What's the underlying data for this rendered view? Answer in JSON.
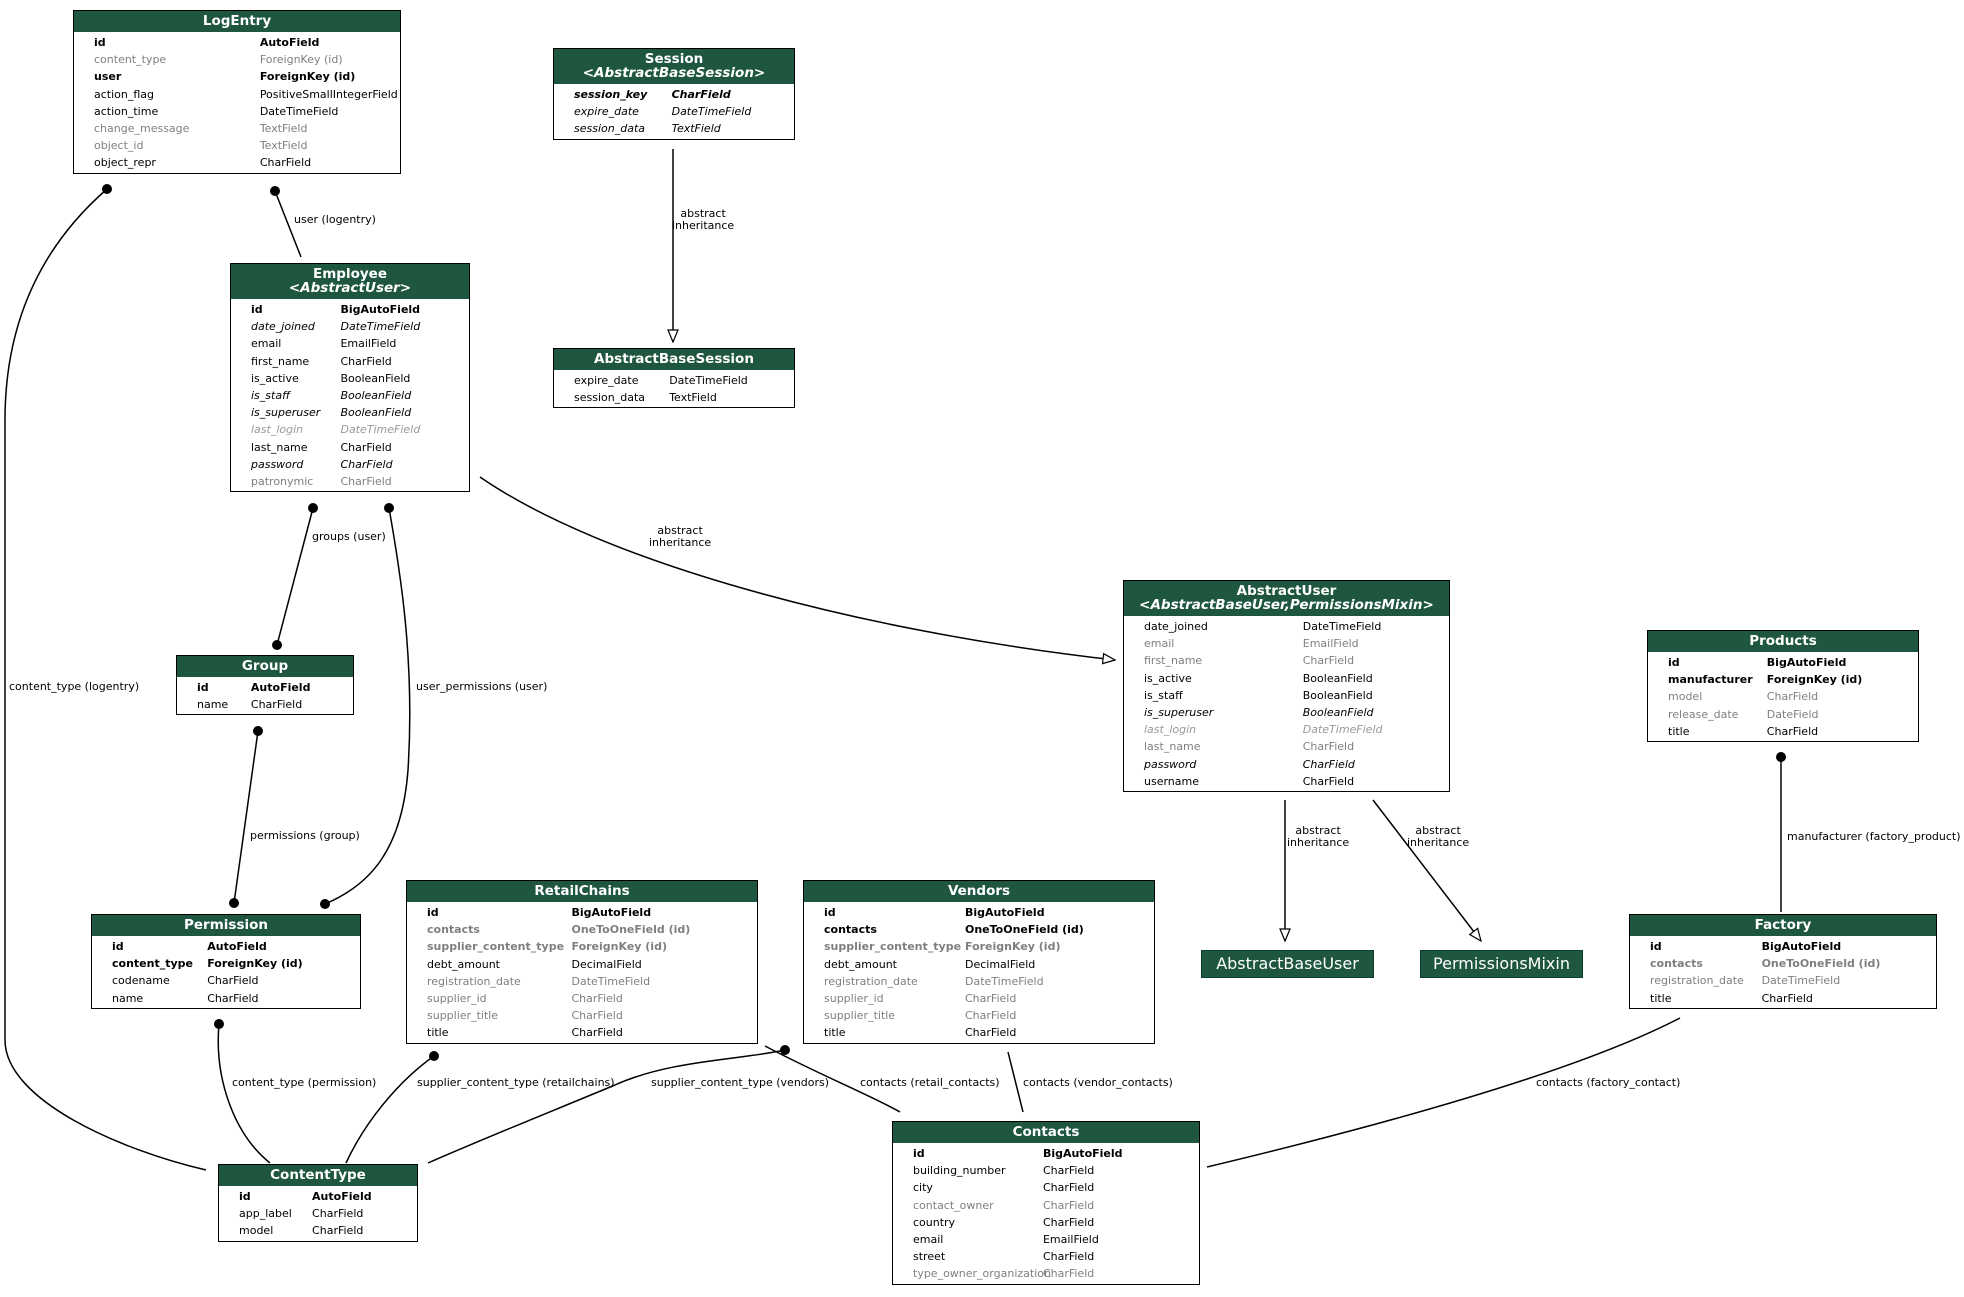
{
  "models": [
    {
      "id": "logentry",
      "title": "LogEntry",
      "subtitle": "",
      "fields": [
        {
          "name": "id",
          "type": "AutoField",
          "style": "bold"
        },
        {
          "name": "content_type",
          "type": "ForeignKey (id)",
          "style": "grey"
        },
        {
          "name": "user",
          "type": "ForeignKey (id)",
          "style": "bold"
        },
        {
          "name": "action_flag",
          "type": "PositiveSmallIntegerField",
          "style": "normal"
        },
        {
          "name": "action_time",
          "type": "DateTimeField",
          "style": "normal"
        },
        {
          "name": "change_message",
          "type": "TextField",
          "style": "grey"
        },
        {
          "name": "object_id",
          "type": "TextField",
          "style": "grey"
        },
        {
          "name": "object_repr",
          "type": "CharField",
          "style": "normal"
        }
      ]
    },
    {
      "id": "session",
      "title": "Session",
      "subtitle": "<AbstractBaseSession>",
      "fields": [
        {
          "name": "session_key",
          "type": "CharField",
          "style": "bold-italic"
        },
        {
          "name": "expire_date",
          "type": "DateTimeField",
          "style": "italic"
        },
        {
          "name": "session_data",
          "type": "TextField",
          "style": "italic"
        }
      ]
    },
    {
      "id": "abstractbasesession",
      "title": "AbstractBaseSession",
      "subtitle": "",
      "fields": [
        {
          "name": "expire_date",
          "type": "DateTimeField",
          "style": "normal"
        },
        {
          "name": "session_data",
          "type": "TextField",
          "style": "normal"
        }
      ]
    },
    {
      "id": "employee",
      "title": "Employee",
      "subtitle": "<AbstractUser>",
      "fields": [
        {
          "name": "id",
          "type": "BigAutoField",
          "style": "bold"
        },
        {
          "name": "date_joined",
          "type": "DateTimeField",
          "style": "italic"
        },
        {
          "name": "email",
          "type": "EmailField",
          "style": "normal"
        },
        {
          "name": "first_name",
          "type": "CharField",
          "style": "normal"
        },
        {
          "name": "is_active",
          "type": "BooleanField",
          "style": "normal"
        },
        {
          "name": "is_staff",
          "type": "BooleanField",
          "style": "italic"
        },
        {
          "name": "is_superuser",
          "type": "BooleanField",
          "style": "italic"
        },
        {
          "name": "last_login",
          "type": "DateTimeField",
          "style": "grey-italic"
        },
        {
          "name": "last_name",
          "type": "CharField",
          "style": "normal"
        },
        {
          "name": "password",
          "type": "CharField",
          "style": "italic"
        },
        {
          "name": "patronymic",
          "type": "CharField",
          "style": "grey"
        }
      ]
    },
    {
      "id": "group",
      "title": "Group",
      "subtitle": "",
      "fields": [
        {
          "name": "id",
          "type": "AutoField",
          "style": "bold"
        },
        {
          "name": "name",
          "type": "CharField",
          "style": "normal"
        }
      ]
    },
    {
      "id": "abstractuser",
      "title": "AbstractUser",
      "subtitle": "<AbstractBaseUser,PermissionsMixin>",
      "fields": [
        {
          "name": "date_joined",
          "type": "DateTimeField",
          "style": "normal"
        },
        {
          "name": "email",
          "type": "EmailField",
          "style": "grey"
        },
        {
          "name": "first_name",
          "type": "CharField",
          "style": "grey"
        },
        {
          "name": "is_active",
          "type": "BooleanField",
          "style": "normal"
        },
        {
          "name": "is_staff",
          "type": "BooleanField",
          "style": "normal"
        },
        {
          "name": "is_superuser",
          "type": "BooleanField",
          "style": "italic"
        },
        {
          "name": "last_login",
          "type": "DateTimeField",
          "style": "grey-italic"
        },
        {
          "name": "last_name",
          "type": "CharField",
          "style": "grey"
        },
        {
          "name": "password",
          "type": "CharField",
          "style": "italic"
        },
        {
          "name": "username",
          "type": "CharField",
          "style": "normal"
        }
      ]
    },
    {
      "id": "products",
      "title": "Products",
      "subtitle": "",
      "fields": [
        {
          "name": "id",
          "type": "BigAutoField",
          "style": "bold"
        },
        {
          "name": "manufacturer",
          "type": "ForeignKey (id)",
          "style": "bold"
        },
        {
          "name": "model",
          "type": "CharField",
          "style": "grey"
        },
        {
          "name": "release_date",
          "type": "DateField",
          "style": "grey"
        },
        {
          "name": "title",
          "type": "CharField",
          "style": "normal"
        }
      ]
    },
    {
      "id": "permission",
      "title": "Permission",
      "subtitle": "",
      "fields": [
        {
          "name": "id",
          "type": "AutoField",
          "style": "bold"
        },
        {
          "name": "content_type",
          "type": "ForeignKey (id)",
          "style": "bold"
        },
        {
          "name": "codename",
          "type": "CharField",
          "style": "normal"
        },
        {
          "name": "name",
          "type": "CharField",
          "style": "normal"
        }
      ]
    },
    {
      "id": "retailchains",
      "title": "RetailChains",
      "subtitle": "",
      "fields": [
        {
          "name": "id",
          "type": "BigAutoField",
          "style": "bold"
        },
        {
          "name": "contacts",
          "type": "OneToOneField (id)",
          "style": "grey-bold"
        },
        {
          "name": "supplier_content_type",
          "type": "ForeignKey (id)",
          "style": "grey-bold"
        },
        {
          "name": "debt_amount",
          "type": "DecimalField",
          "style": "normal"
        },
        {
          "name": "registration_date",
          "type": "DateTimeField",
          "style": "grey"
        },
        {
          "name": "supplier_id",
          "type": "CharField",
          "style": "grey"
        },
        {
          "name": "supplier_title",
          "type": "CharField",
          "style": "grey"
        },
        {
          "name": "title",
          "type": "CharField",
          "style": "normal"
        }
      ]
    },
    {
      "id": "vendors",
      "title": "Vendors",
      "subtitle": "",
      "fields": [
        {
          "name": "id",
          "type": "BigAutoField",
          "style": "bold"
        },
        {
          "name": "contacts",
          "type": "OneToOneField (id)",
          "style": "bold"
        },
        {
          "name": "supplier_content_type",
          "type": "ForeignKey (id)",
          "style": "grey-bold"
        },
        {
          "name": "debt_amount",
          "type": "DecimalField",
          "style": "normal"
        },
        {
          "name": "registration_date",
          "type": "DateTimeField",
          "style": "grey"
        },
        {
          "name": "supplier_id",
          "type": "CharField",
          "style": "grey"
        },
        {
          "name": "supplier_title",
          "type": "CharField",
          "style": "grey"
        },
        {
          "name": "title",
          "type": "CharField",
          "style": "normal"
        }
      ]
    },
    {
      "id": "factory",
      "title": "Factory",
      "subtitle": "",
      "fields": [
        {
          "name": "id",
          "type": "BigAutoField",
          "style": "bold"
        },
        {
          "name": "contacts",
          "type": "OneToOneField (id)",
          "style": "grey-bold"
        },
        {
          "name": "registration_date",
          "type": "DateTimeField",
          "style": "grey"
        },
        {
          "name": "title",
          "type": "CharField",
          "style": "normal"
        }
      ]
    },
    {
      "id": "contenttype",
      "title": "ContentType",
      "subtitle": "",
      "fields": [
        {
          "name": "id",
          "type": "AutoField",
          "style": "bold"
        },
        {
          "name": "app_label",
          "type": "CharField",
          "style": "normal"
        },
        {
          "name": "model",
          "type": "CharField",
          "style": "normal"
        }
      ]
    },
    {
      "id": "contacts",
      "title": "Contacts",
      "subtitle": "",
      "fields": [
        {
          "name": "id",
          "type": "BigAutoField",
          "style": "bold"
        },
        {
          "name": "building_number",
          "type": "CharField",
          "style": "normal"
        },
        {
          "name": "city",
          "type": "CharField",
          "style": "normal"
        },
        {
          "name": "contact_owner",
          "type": "CharField",
          "style": "grey"
        },
        {
          "name": "country",
          "type": "CharField",
          "style": "normal"
        },
        {
          "name": "email",
          "type": "EmailField",
          "style": "normal"
        },
        {
          "name": "street",
          "type": "CharField",
          "style": "normal"
        },
        {
          "name": "type_owner_organization",
          "type": "CharField",
          "style": "grey"
        }
      ]
    }
  ],
  "external_models": [
    {
      "id": "abstractbaseuser",
      "title": "AbstractBaseUser"
    },
    {
      "id": "permissionsmixin",
      "title": "PermissionsMixin"
    }
  ],
  "edges": [
    {
      "id": "user-logentry",
      "label": "user (logentry)"
    },
    {
      "id": "contenttype-logentry",
      "label": "content_type (logentry)"
    },
    {
      "id": "session-inherit",
      "label": "abstract\ninheritance"
    },
    {
      "id": "employee-inherit",
      "label": "abstract\ninheritance"
    },
    {
      "id": "groups-user",
      "label": "groups (user)"
    },
    {
      "id": "user-permissions-user",
      "label": "user_permissions (user)"
    },
    {
      "id": "permissions-group",
      "label": "permissions (group)"
    },
    {
      "id": "abstractuser-inherit-1",
      "label": "abstract\ninheritance"
    },
    {
      "id": "abstractuser-inherit-2",
      "label": "abstract\ninheritance"
    },
    {
      "id": "manufacturer-factory-product",
      "label": "manufacturer (factory_product)"
    },
    {
      "id": "contenttype-permission",
      "label": "content_type (permission)"
    },
    {
      "id": "supplier-content-type-retailchains",
      "label": "supplier_content_type (retailchains)"
    },
    {
      "id": "supplier-content-type-vendors",
      "label": "supplier_content_type (vendors)"
    },
    {
      "id": "contacts-retail-contacts",
      "label": "contacts (retail_contacts)"
    },
    {
      "id": "contacts-vendor-contacts",
      "label": "contacts (vendor_contacts)"
    },
    {
      "id": "contacts-factory-contact",
      "label": "contacts (factory_contact)"
    }
  ],
  "colors": {
    "header": "#1e5640",
    "line": "#000000",
    "muted_text": "#7f7f7f"
  }
}
